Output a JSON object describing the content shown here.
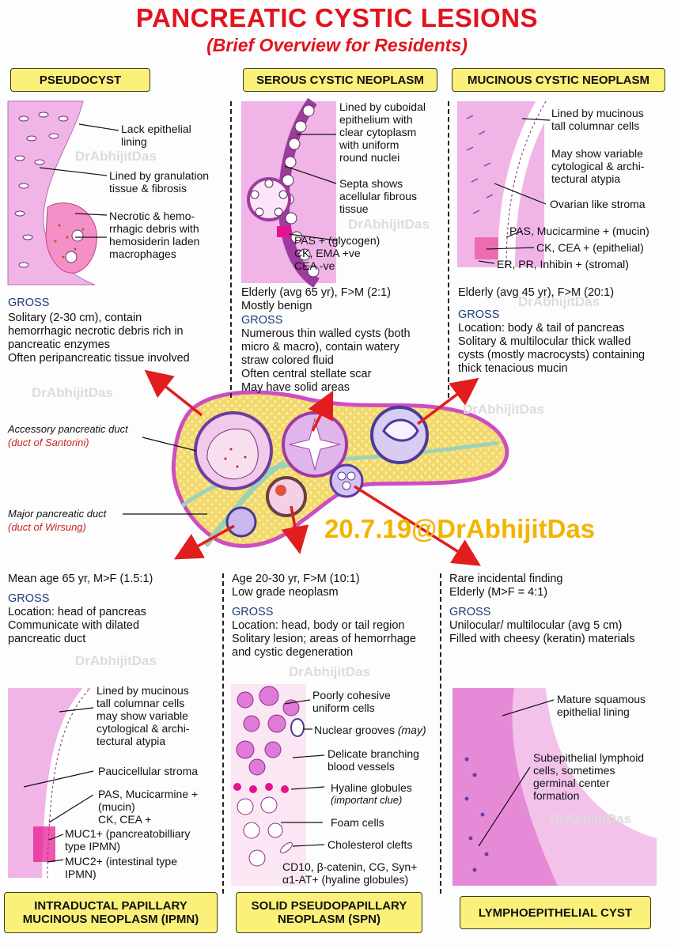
{
  "title": "PANCREATIC CYSTIC LESIONS",
  "subtitle": "(Brief Overview for Residents)",
  "watermark": "DrAbhijitDas",
  "stamp": "20.7.19@DrAbhijitDas",
  "colors": {
    "title_red": "#e1141e",
    "header_yellow": "#fbf17a",
    "gross_blue": "#1d3c7a",
    "tissue_pink": "#e58ad8",
    "stamp_gold": "#f3b400"
  },
  "pseudocyst": {
    "header": "PSEUDOCYST",
    "labels": [
      "Lack epithelial\nlining",
      "Lined by granulation\ntissue & fibrosis",
      "Necrotic & hemo-\nrrhagic debris with\nhemosiderin laden\nmacrophages"
    ],
    "gross_label": "GROSS",
    "gross_text": "Solitary (2-30 cm), contain\nhemorrhagic necrotic debris rich in\npancreatic enzymes\nOften peripancreatic tissue involved"
  },
  "serous": {
    "header": "SEROUS CYSTIC NEOPLASM",
    "labels": [
      "Lined by cuboidal\nepithelium with\nclear cytoplasm\nwith uniform\nround nuclei",
      "Septa shows\nacellular fibrous\ntissue",
      "PAS + (glycogen)\nCK, EMA +ve\n     CEA -ve"
    ],
    "intro": "Elderly (avg 65 yr), F>M (2:1)\nMostly benign",
    "gross_label": "GROSS",
    "gross_text": "Numerous thin walled cysts (both\nmicro & macro), contain watery\nstraw colored fluid\nOften central stellate scar\nMay have solid areas"
  },
  "mucinous": {
    "header": "MUCINOUS CYSTIC NEOPLASM",
    "labels": [
      "Lined by mucinous\ntall columnar cells",
      "May show variable\ncytological & archi-\ntectural atypia",
      "Ovarian like stroma",
      "PAS, Mucicarmine + (mucin)",
      "CK, CEA + (epithelial)",
      "ER, PR, Inhibin + (stromal)"
    ],
    "intro": "Elderly (avg 45 yr), F>M (20:1)",
    "gross_label": "GROSS",
    "gross_text": "Location: body & tail of pancreas\nSolitary & multilocular thick walled\ncysts (mostly macrocysts) containing\nthick tenacious mucin"
  },
  "ducts": {
    "accessory": "Accessory pancreatic duct",
    "accessory_alt": "(duct of Santorini)",
    "major": "Major pancreatic duct",
    "major_alt": "(duct of Wirsung)"
  },
  "ipmn": {
    "intro": "Mean age 65 yr, M>F (1.5:1)",
    "gross_label": "GROSS",
    "gross_text": "Location: head of pancreas\nCommunicate with dilated\npancreatic duct",
    "labels": [
      "Lined by mucinous\ntall columnar cells\nmay show variable\ncytological & archi-\ntectural atypia",
      "Paucicellular stroma",
      "PAS, Mucicarmine +\n(mucin)\nCK, CEA +",
      "MUC1+ (pancreatobilliary\n    type IPMN)",
      "MUC2+ (intestinal type\n    IPMN)"
    ],
    "header": "INTRADUCTAL PAPILLARY\nMUCINOUS NEOPLASM (IPMN)"
  },
  "spn": {
    "intro": "Age 20-30 yr, F>M (10:1)\nLow grade neoplasm",
    "gross_label": "GROSS",
    "gross_text": "Location: head, body or tail region\nSolitary lesion; areas of hemorrhage\nand cystic degeneration",
    "labels": [
      "Poorly cohesive\nuniform cells",
      "Nuclear grooves",
      "(may)",
      "Delicate branching\nblood vessels",
      "Hyaline globules",
      "(important clue)",
      "Foam cells",
      "Cholesterol clefts",
      "CD10, β-catenin, CG, Syn+\nα1-AT+ (hyaline globules)"
    ],
    "header": "SOLID PSEUDOPAPILLARY\nNEOPLASM (SPN)"
  },
  "lepc": {
    "intro": "Rare incidental finding\nElderly (M>F = 4:1)",
    "gross_label": "GROSS",
    "gross_text": "Unilocular/ multilocular (avg 5 cm)\nFilled with cheesy (keratin) materials",
    "labels": [
      "Mature squamous\nepithelial lining",
      "Subepithelial lymphoid\ncells, sometimes\ngerminal center\nformation"
    ],
    "header": "LYMPHOEPITHELIAL CYST"
  }
}
